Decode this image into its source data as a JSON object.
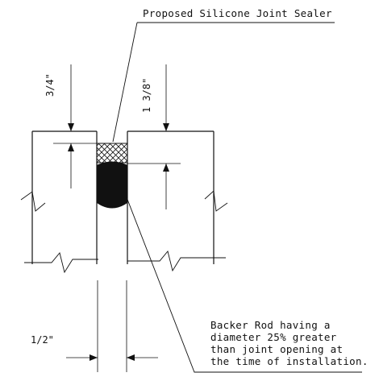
{
  "labels": {
    "sealer": "Proposed Silicone Joint Sealer",
    "backer_rod": [
      "Backer Rod having a",
      "diameter 25% greater",
      "than joint opening at",
      "the time of installation."
    ]
  },
  "dimensions": {
    "left_depth": "3/4\"",
    "right_depth": "1 3/8\"",
    "joint_width": "1/2\""
  }
}
